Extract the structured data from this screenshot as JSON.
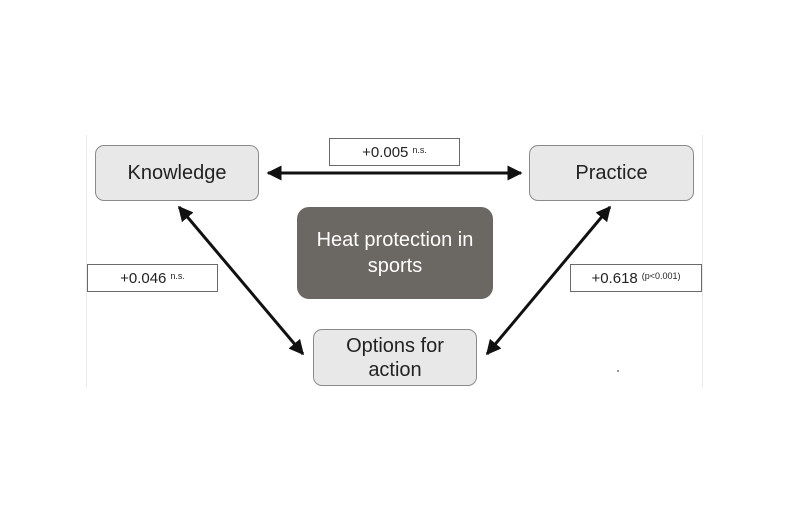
{
  "nodes": {
    "knowledge": "Knowledge",
    "practice": "Practice",
    "options": "Options for action",
    "center": "Heat protection in sports"
  },
  "coefficients": {
    "knowledge_practice": {
      "value": "+0.005",
      "note": "n.s."
    },
    "knowledge_options": {
      "value": "+0.046",
      "note": "n.s."
    },
    "practice_options": {
      "value": "+0.618",
      "note": "(p<0.001)"
    }
  },
  "colors": {
    "node_fill": "#e8e8e8",
    "node_border": "#8a8a8a",
    "center_fill": "#6b6762",
    "center_text": "#ffffff",
    "arrow": "#111111"
  }
}
